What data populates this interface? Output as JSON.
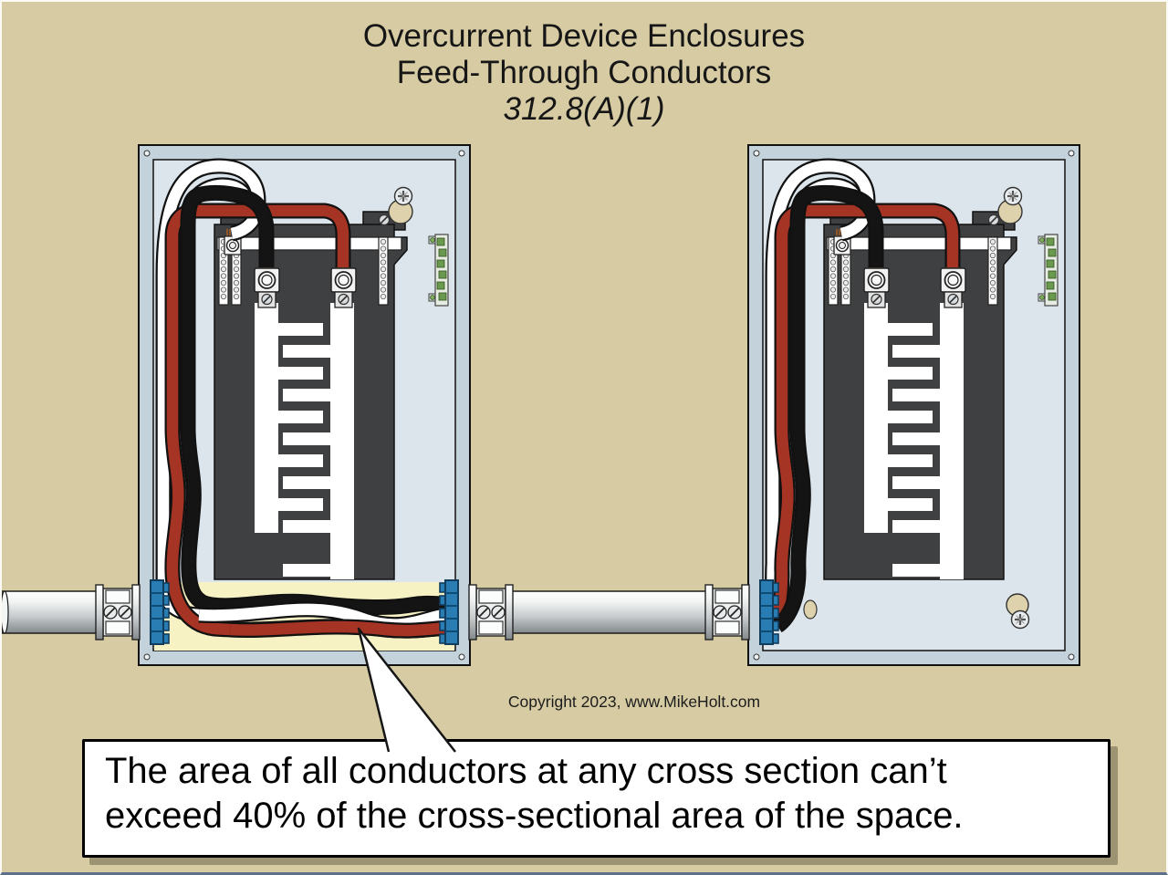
{
  "title": {
    "line1": "Overcurrent Device Enclosures",
    "line2": "Feed-Through Conductors",
    "code_reference": "312.8(A)(1)"
  },
  "copyright": "Copyright 2023, www.MikeHolt.com",
  "callout": {
    "line1": "The area of all conductors at any cross section can’t",
    "line2": "exceed 40% of the cross-sectional area of the space."
  },
  "colors": {
    "background": "#d6cba3",
    "enclosure_frame": "#c4d3db",
    "enclosure_plate": "#dce5eb",
    "interior_dark": "#3f4042",
    "busbar_white": "#ffffff",
    "gutter_highlight": "#f7f2c4",
    "wire_red": "#a63424",
    "wire_black": "#141414",
    "wire_white": "#ffffff",
    "wire_outline": "#111111",
    "bushing_blue": "#2a7db2",
    "ground_bar_green": "#6b9a4e",
    "knockout_tan": "#ddd2ab",
    "copper_strand": "#a55b1f",
    "callout_bg": "#ffffff",
    "callout_border": "#000000"
  }
}
